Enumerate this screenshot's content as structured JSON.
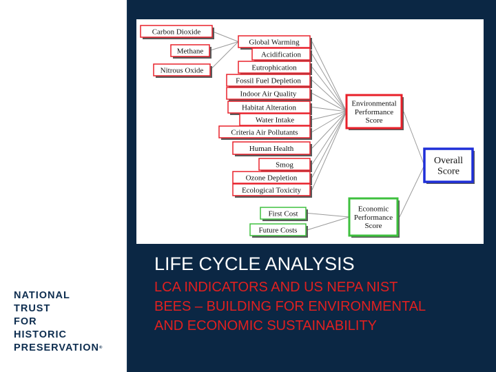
{
  "slide": {
    "title": "LIFE CYCLE ANALYSIS",
    "subtitle_lines": [
      "LCA INDICATORS AND US NEPA NIST",
      "BEES – BUILDING FOR ENVIRONMENTAL",
      "AND ECONOMIC SUSTAINABILITY"
    ]
  },
  "logo": {
    "lines": [
      "NATIONAL",
      "TRUST",
      "FOR",
      "HISTORIC",
      "PRESERVATION"
    ],
    "trademark": "®"
  },
  "diagram": {
    "inputs": [
      "Carbon Dioxide",
      "Methane",
      "Nitrous Oxide"
    ],
    "indicators": [
      "Global Warming",
      "Acidification",
      "Eutrophication",
      "Fossil Fuel Depletion",
      "Indoor Air Quality",
      "Habitat Alteration",
      "Water Intake",
      "Criteria Air Pollutants",
      "Human Health",
      "Smog",
      "Ozone Depletion",
      "Ecological Toxicity"
    ],
    "costs": [
      "First Cost",
      "Future Costs"
    ],
    "environmental_score": [
      "Environmental",
      "Performance",
      "Score"
    ],
    "economic_score": [
      "Economic",
      "Performance",
      "Score"
    ],
    "overall_score": [
      "Overall",
      "Score"
    ],
    "colors": {
      "red": "#e8202a",
      "green": "#3ec03e",
      "blue": "#1f2fd8",
      "line": "#9a9a9a",
      "shadow": "#5a5a5a",
      "slide_bg": "#0b2744",
      "subtitle": "#e02020",
      "logo": "#0d2d4f"
    }
  }
}
